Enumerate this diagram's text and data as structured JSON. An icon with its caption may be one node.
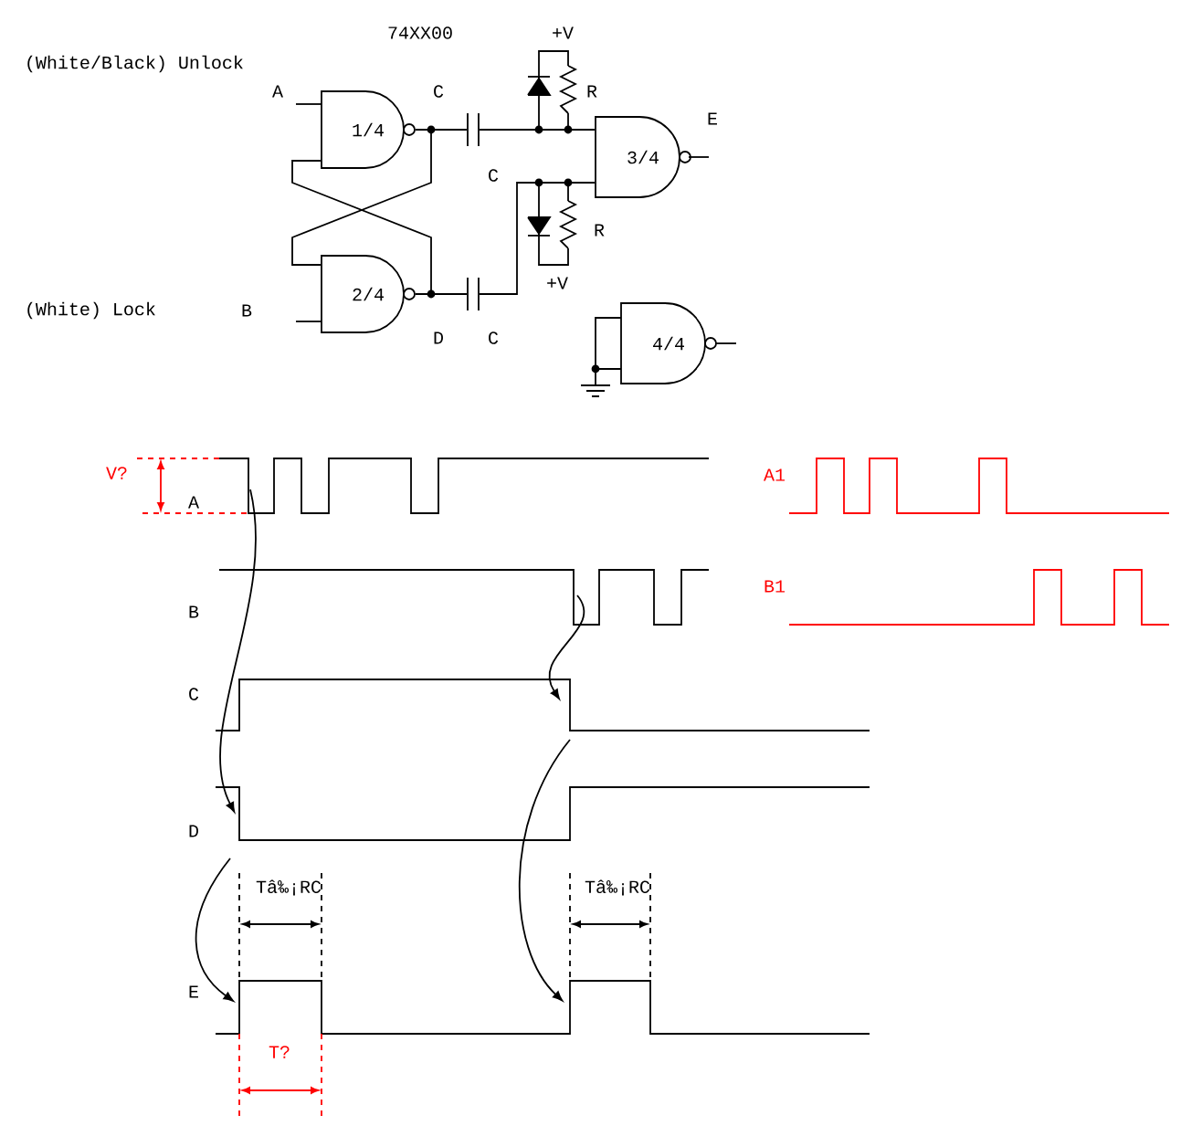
{
  "diagram": {
    "nodes": [
      {
        "text": [
          "1/4"
        ]
      },
      {
        "text": [
          "2/4"
        ]
      },
      {
        "text": [
          "3/4"
        ]
      },
      {
        "text": [
          "4/4"
        ]
      },
      {
        "text": [],
        "shape": "capacitor"
      },
      {
        "text": [],
        "shape": "capacitor"
      }
    ],
    "edges": [
      {
        "from": 0,
        "to": 1,
        "arrow": "none"
      },
      {
        "from": 1,
        "to": 0,
        "arrow": "none"
      },
      {
        "from": 0,
        "to": 4,
        "arrow": "none"
      },
      {
        "from": 4,
        "to": 2,
        "arrow": "none"
      },
      {
        "from": 1,
        "to": 5,
        "arrow": "none"
      },
      {
        "from": 5,
        "to": 2,
        "arrow": "none"
      }
    ],
    "labels": [
      "74XX00",
      "+V",
      "(White/Black) Unlock",
      "A",
      "C",
      "R",
      "E",
      "C",
      "R",
      "+V",
      "(White) Lock",
      "B",
      "D",
      "C",
      "V?",
      "A",
      "A1",
      "B1",
      "B",
      "C",
      "D",
      "Tâ‰¡RC",
      "Tâ‰¡RC",
      "E",
      "T?"
    ]
  }
}
